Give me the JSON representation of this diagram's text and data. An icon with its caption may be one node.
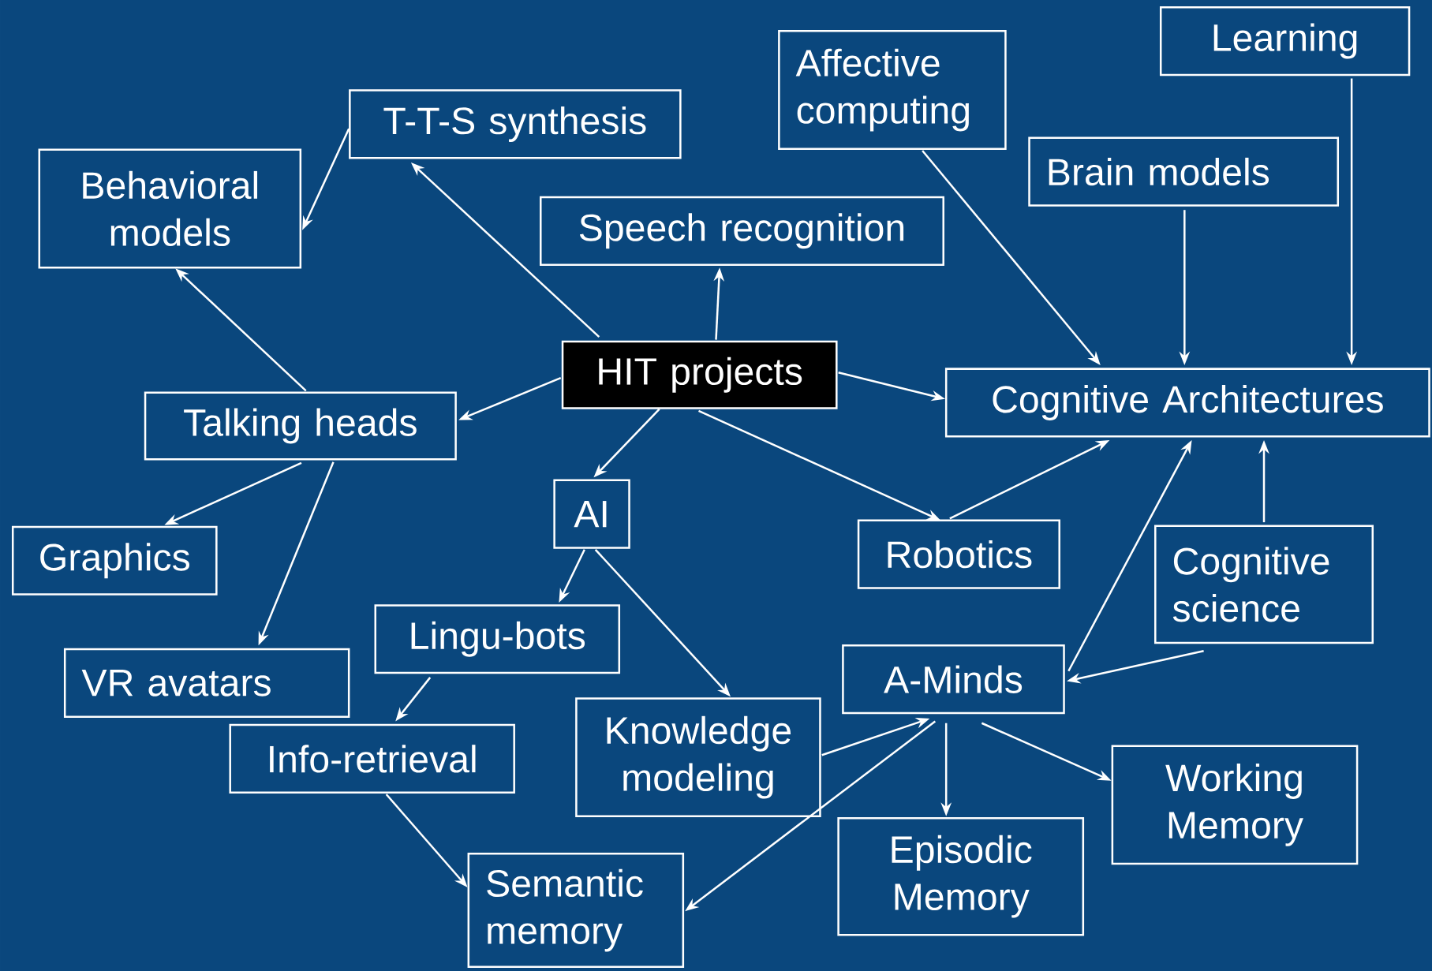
{
  "diagram": {
    "nodes": [
      {
        "text": [
          "HIT projects"
        ]
      },
      {
        "text": [
          "T-T-S synthesis"
        ]
      },
      {
        "text": [
          "Behavioral models"
        ]
      },
      {
        "text": [
          "Speech recognition"
        ]
      },
      {
        "text": [
          "Affective computing"
        ]
      },
      {
        "text": [
          "Learning"
        ]
      },
      {
        "text": [
          "Brain models"
        ]
      },
      {
        "text": [
          "Cognitive Architectures"
        ]
      },
      {
        "text": [
          "Talking heads"
        ]
      },
      {
        "text": [
          "AI"
        ]
      },
      {
        "text": [
          "Graphics"
        ]
      },
      {
        "text": [
          "Robotics"
        ]
      },
      {
        "text": [
          "Cognitive science"
        ]
      },
      {
        "text": [
          "VR avatars"
        ]
      },
      {
        "text": [
          "Lingu-bots"
        ]
      },
      {
        "text": [
          "A-Minds"
        ]
      },
      {
        "text": [
          "Info-retrieval"
        ]
      },
      {
        "text": [
          "Knowledge modeling"
        ]
      },
      {
        "text": [
          "Working Memory"
        ]
      },
      {
        "text": [
          "Episodic Memory"
        ]
      },
      {
        "text": [
          "Semantic memory"
        ]
      }
    ],
    "edges": [
      {
        "from": 0,
        "to": 1,
        "arrow": "to"
      },
      {
        "from": 0,
        "to": 3,
        "arrow": "to"
      },
      {
        "from": 0,
        "to": 7,
        "arrow": "to"
      },
      {
        "from": 0,
        "to": 8,
        "arrow": "to"
      },
      {
        "from": 0,
        "to": 9,
        "arrow": "to"
      },
      {
        "from": 0,
        "to": 11,
        "arrow": "to"
      },
      {
        "from": 1,
        "to": 2,
        "arrow": "to"
      },
      {
        "from": 8,
        "to": 2,
        "arrow": "to"
      },
      {
        "from": 4,
        "to": 7,
        "arrow": "to"
      },
      {
        "from": 6,
        "to": 7,
        "arrow": "to"
      },
      {
        "from": 5,
        "to": 7,
        "arrow": "to"
      },
      {
        "from": 8,
        "to": 10,
        "arrow": "to"
      },
      {
        "from": 8,
        "to": 13,
        "arrow": "to"
      },
      {
        "from": 11,
        "to": 7,
        "arrow": "to"
      },
      {
        "from": 12,
        "to": 7,
        "arrow": "to"
      },
      {
        "from": 15,
        "to": 7,
        "arrow": "to"
      },
      {
        "from": 12,
        "to": 15,
        "arrow": "to"
      },
      {
        "from": 9,
        "to": 14,
        "arrow": "to"
      },
      {
        "from": 9,
        "to": 17,
        "arrow": "to"
      },
      {
        "from": 14,
        "to": 16,
        "arrow": "to"
      },
      {
        "from": 17,
        "to": 15,
        "arrow": "to"
      },
      {
        "from": 15,
        "to": 20,
        "arrow": "to"
      },
      {
        "from": 15,
        "to": 19,
        "arrow": "to"
      },
      {
        "from": 15,
        "to": 18,
        "arrow": "to"
      },
      {
        "from": 16,
        "to": 20,
        "arrow": "to"
      }
    ]
  }
}
